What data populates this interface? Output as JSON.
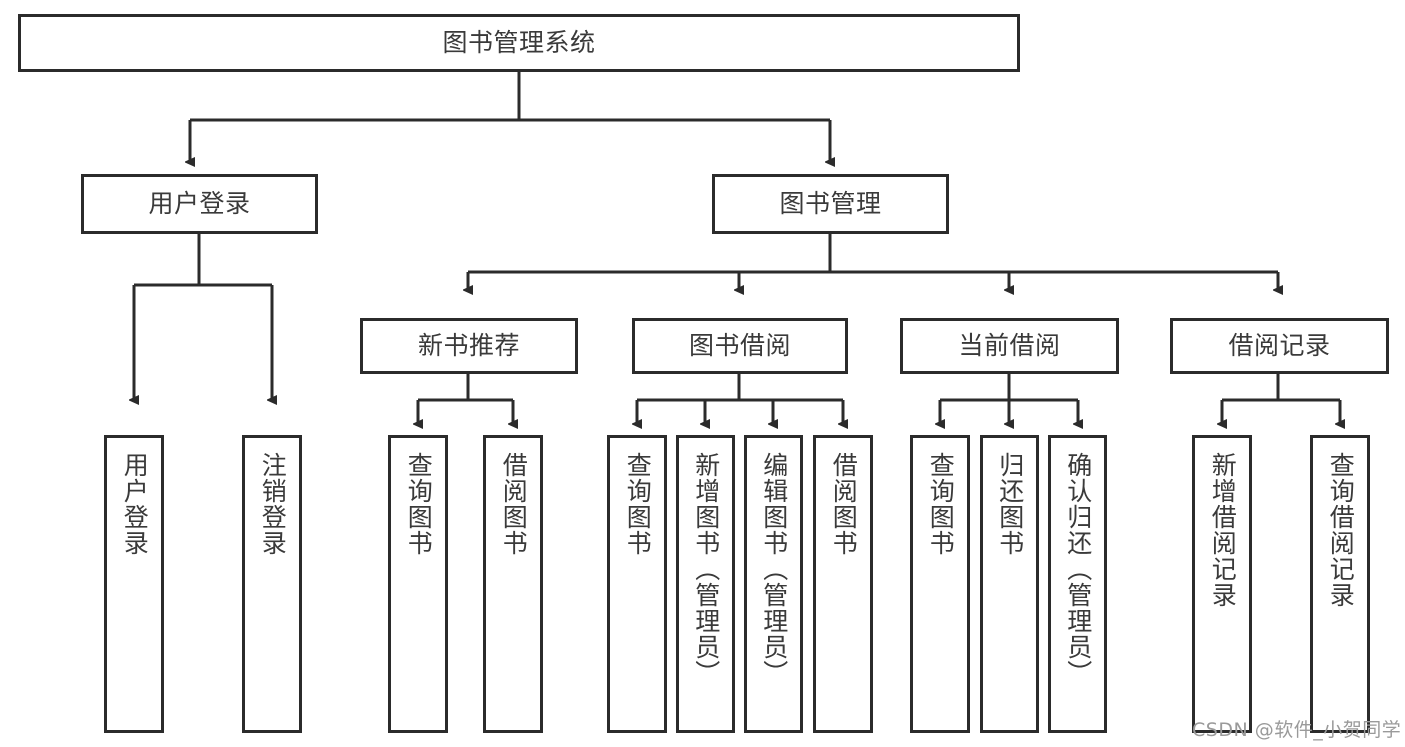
{
  "diagram": {
    "title": "图书管理系统",
    "style": {
      "box_border_color": "#2b2b2b",
      "box_fill_color": "#ffffff",
      "text_color": "#3a3a3a",
      "edge_color": "#2b2b2b",
      "background": "#ffffff"
    },
    "root": {
      "label": "图书管理系统"
    },
    "level2": [
      {
        "label": "用户登录"
      },
      {
        "label": "图书管理"
      }
    ],
    "level3": [
      {
        "label": "新书推荐"
      },
      {
        "label": "图书借阅"
      },
      {
        "label": "当前借阅"
      },
      {
        "label": "借阅记录"
      }
    ],
    "leaves": {
      "user_login": [
        {
          "label": "用户登录"
        },
        {
          "label": "注销登录"
        }
      ],
      "new_book_recommend": [
        {
          "label": "查询图书"
        },
        {
          "label": "借阅图书"
        }
      ],
      "book_borrow": [
        {
          "label": "查询图书"
        },
        {
          "label": "新增图书（管理员）"
        },
        {
          "label": "编辑图书（管理员）"
        },
        {
          "label": "借阅图书"
        }
      ],
      "current_borrow": [
        {
          "label": "查询图书"
        },
        {
          "label": "归还图书"
        },
        {
          "label": "确认归还（管理员）"
        }
      ],
      "borrow_record": [
        {
          "label": "新增借阅记录"
        },
        {
          "label": "查询借阅记录"
        }
      ]
    },
    "watermark": "CSDN @软件_小贺同学"
  }
}
